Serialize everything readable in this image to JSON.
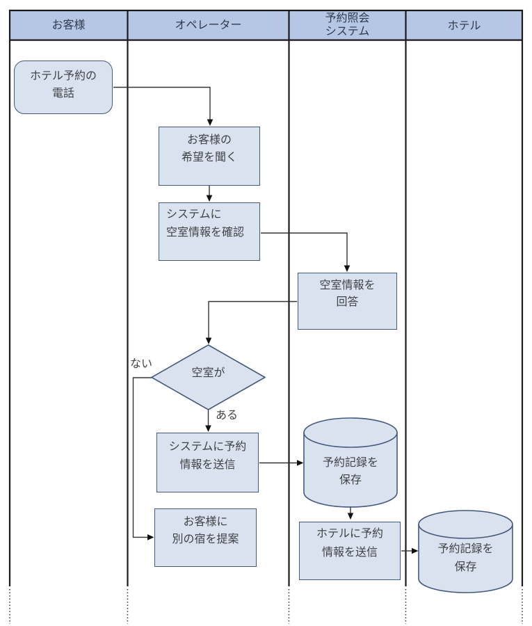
{
  "diagram": {
    "type": "flowchart-swimlane",
    "lanes": [
      {
        "id": "customer",
        "label": "お客様"
      },
      {
        "id": "operator",
        "label": "オペレーター"
      },
      {
        "id": "system",
        "label": "予約照会\nシステム"
      },
      {
        "id": "hotel",
        "label": "ホテル"
      }
    ],
    "nodes": {
      "start": {
        "type": "terminator",
        "lane": "customer",
        "label": "ホテル予約の\n電話"
      },
      "listen": {
        "type": "process",
        "lane": "operator",
        "label": "お客様の\n希望を聞く"
      },
      "check": {
        "type": "process",
        "lane": "operator",
        "label": "システムに\n空室情報を確認"
      },
      "reply": {
        "type": "process",
        "lane": "system",
        "label": "空室情報を\n回答"
      },
      "decision": {
        "type": "decision",
        "lane": "operator",
        "label": "空室が"
      },
      "send": {
        "type": "process",
        "lane": "operator",
        "label": "システムに予約\n情報を送信"
      },
      "save_sys": {
        "type": "database",
        "lane": "system",
        "label": "予約記録を\n保存"
      },
      "suggest": {
        "type": "process",
        "lane": "operator",
        "label": "お客様に\n別の宿を提案"
      },
      "notify": {
        "type": "process",
        "lane": "system",
        "label": "ホテルに予約\n情報を送信"
      },
      "save_htl": {
        "type": "database",
        "lane": "hotel",
        "label": "予約記録を\n保存"
      }
    },
    "edge_labels": {
      "no": "ない",
      "yes": "ある"
    },
    "colors": {
      "header_fill": "#b5c7e4",
      "shape_fill": "#dbe2ef",
      "shape_stroke": "#42597c",
      "line": "#333333",
      "lane_border": "#1a1a1a",
      "text": "#3f4246"
    }
  }
}
